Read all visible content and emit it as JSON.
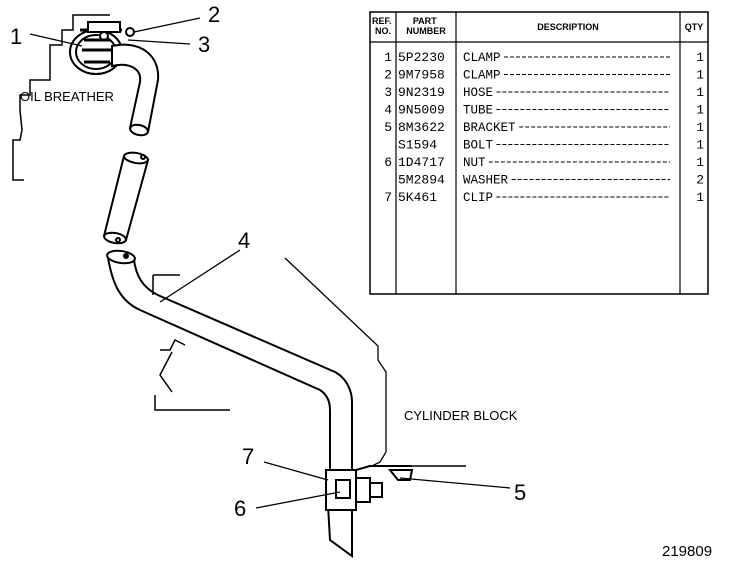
{
  "callouts": {
    "c1": "1",
    "c2": "2",
    "c3": "3",
    "c4": "4",
    "c5": "5",
    "c6": "6",
    "c7": "7"
  },
  "labels": {
    "oil_breather": "OIL BREATHER",
    "cylinder_block": "CYLINDER BLOCK",
    "figure_number": "219809"
  },
  "parts_table": {
    "headers": {
      "ref": "REF.\nNO.",
      "part": "PART\nNUMBER",
      "desc": "DESCRIPTION",
      "qty": "QTY"
    },
    "rows": [
      {
        "ref": "1",
        "part": "5P2230",
        "desc": "CLAMP",
        "qty": "1"
      },
      {
        "ref": "2",
        "part": "9M7958",
        "desc": "CLAMP",
        "qty": "1"
      },
      {
        "ref": "3",
        "part": "9N2319",
        "desc": "HOSE",
        "qty": "1"
      },
      {
        "ref": "4",
        "part": "9N5009",
        "desc": "TUBE",
        "qty": "1"
      },
      {
        "ref": "5",
        "part": "8M3622",
        "desc": "BRACKET",
        "qty": "1"
      },
      {
        "ref": "",
        "part": "S1594",
        "desc": "BOLT",
        "qty": "1"
      },
      {
        "ref": "6",
        "part": "1D4717",
        "desc": "NUT",
        "qty": "1"
      },
      {
        "ref": "",
        "part": "5M2894",
        "desc": "WASHER",
        "qty": "2"
      },
      {
        "ref": "7",
        "part": "5K461",
        "desc": "CLIP",
        "qty": "1"
      }
    ]
  }
}
